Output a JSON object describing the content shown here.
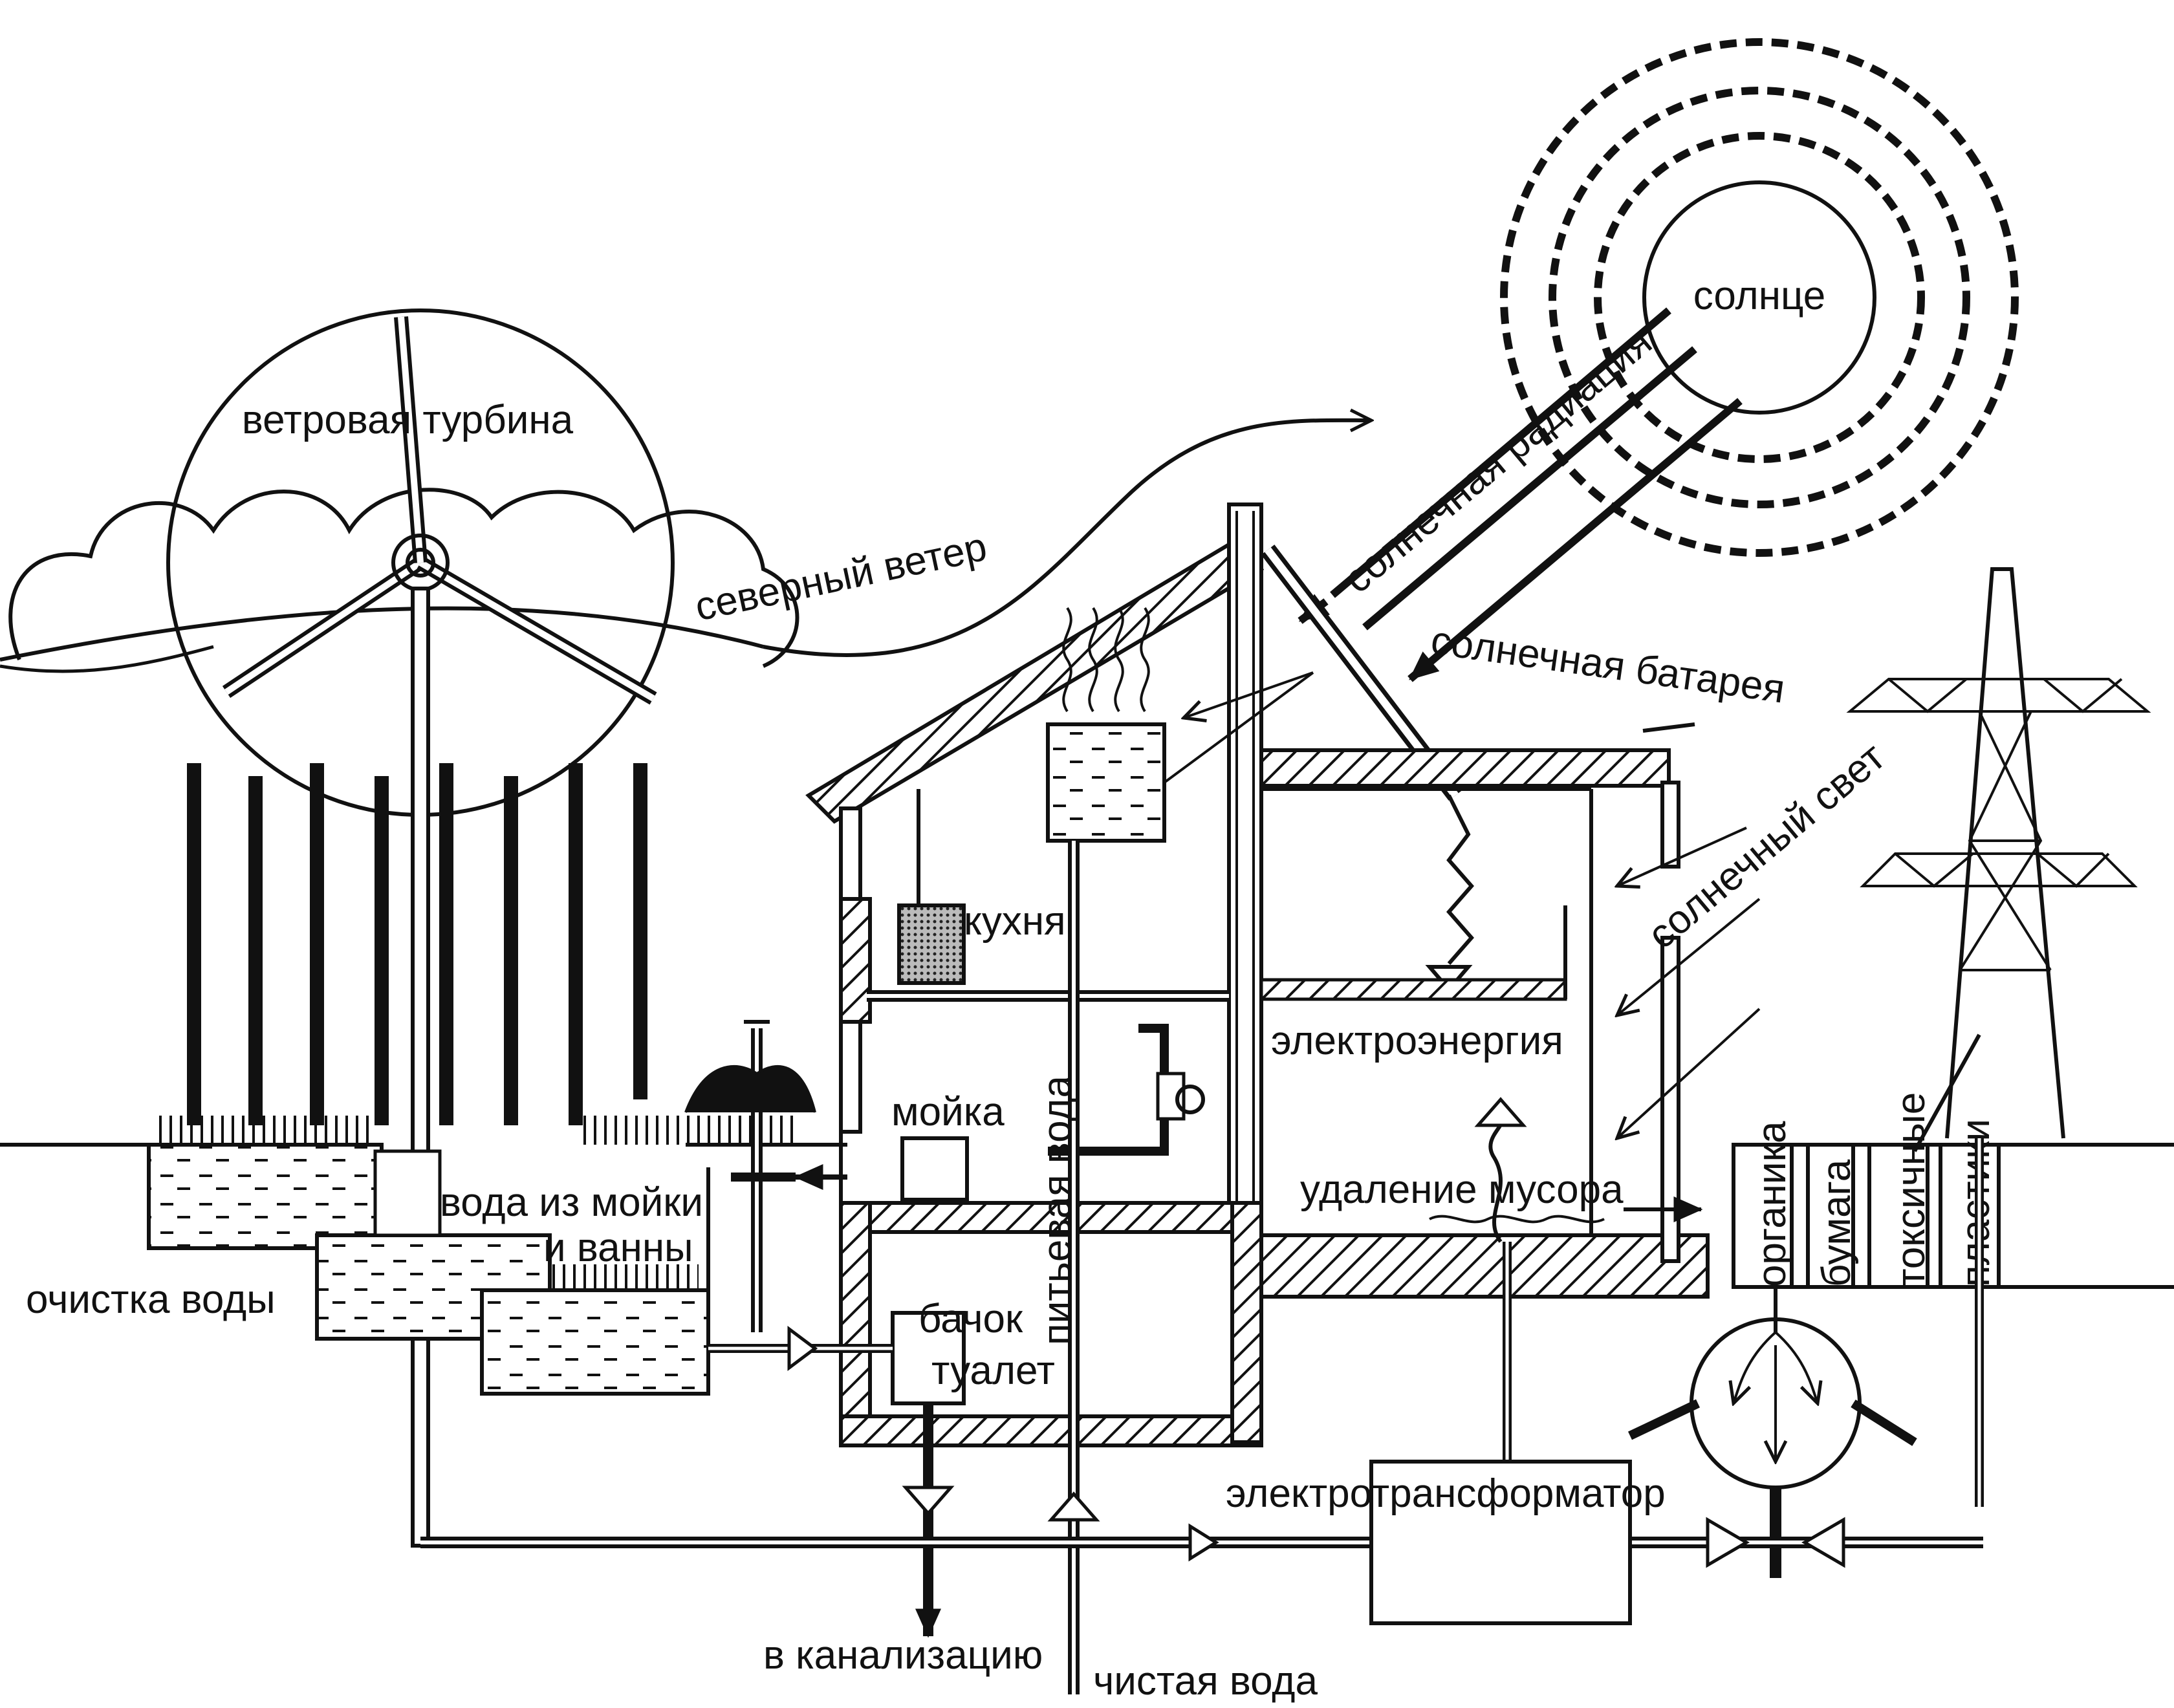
{
  "labels": {
    "sun": "солнце",
    "solar_radiation": "солнечная радиация",
    "wind_turbine": "ветровая турбина",
    "north_wind": "северный ветер",
    "solar_battery": "солнечная батарея",
    "sunlight": "солнечный свет",
    "kitchen": "кухня",
    "sink": "мойка",
    "drinking_water": "питьевая вода",
    "electricity": "электроэнергия",
    "waste_removal": "удаление мусора",
    "grey_water_line1": "вода из мойки",
    "grey_water_line2": "и ванны",
    "water_treatment": "очистка воды",
    "tank": "бачок",
    "toilet": "туалет",
    "transformer": "электротрансформатор",
    "to_sewer": "в канализацию",
    "clean_water": "чистая вода",
    "organics": "органика",
    "paper": "бумага",
    "toxic": "токсичные",
    "plastics": "пластики"
  },
  "colors": {
    "ink": "#111111",
    "paper": "#ffffff"
  }
}
